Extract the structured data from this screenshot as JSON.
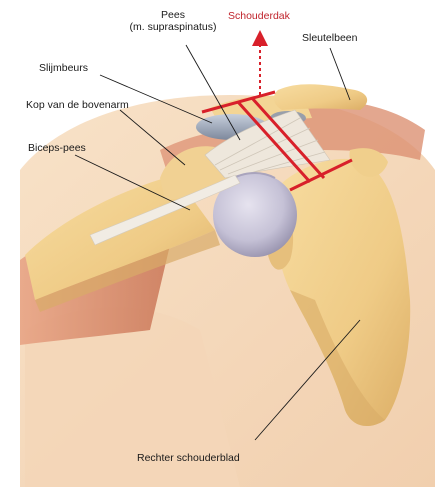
{
  "labels": {
    "tendon_line1": "Pees",
    "tendon_line2": "(m. supraspinatus)",
    "shoulder_roof": "Schouderdak",
    "collarbone": "Sleutelbeen",
    "bursa": "Slijmbeurs",
    "humeral_head": "Kop van de bovenarm",
    "biceps_tendon": "Biceps-pees",
    "scapula": "Rechter schouderblad"
  },
  "colors": {
    "roof_marker": "#d8202a",
    "roof_text": "#c0242c",
    "leader": "#1a1a1a",
    "bone": "#f0cf8c",
    "bone_shadow": "#d8a862",
    "skin": "#f6dcc0",
    "muscle": "#d98a6a",
    "bursa": "#9aa6b8",
    "cartilage": "#c9c6d9",
    "tendon": "#efe9e0"
  },
  "icons": {
    "shoulder_roof_arrow": "arrow-up-icon"
  }
}
